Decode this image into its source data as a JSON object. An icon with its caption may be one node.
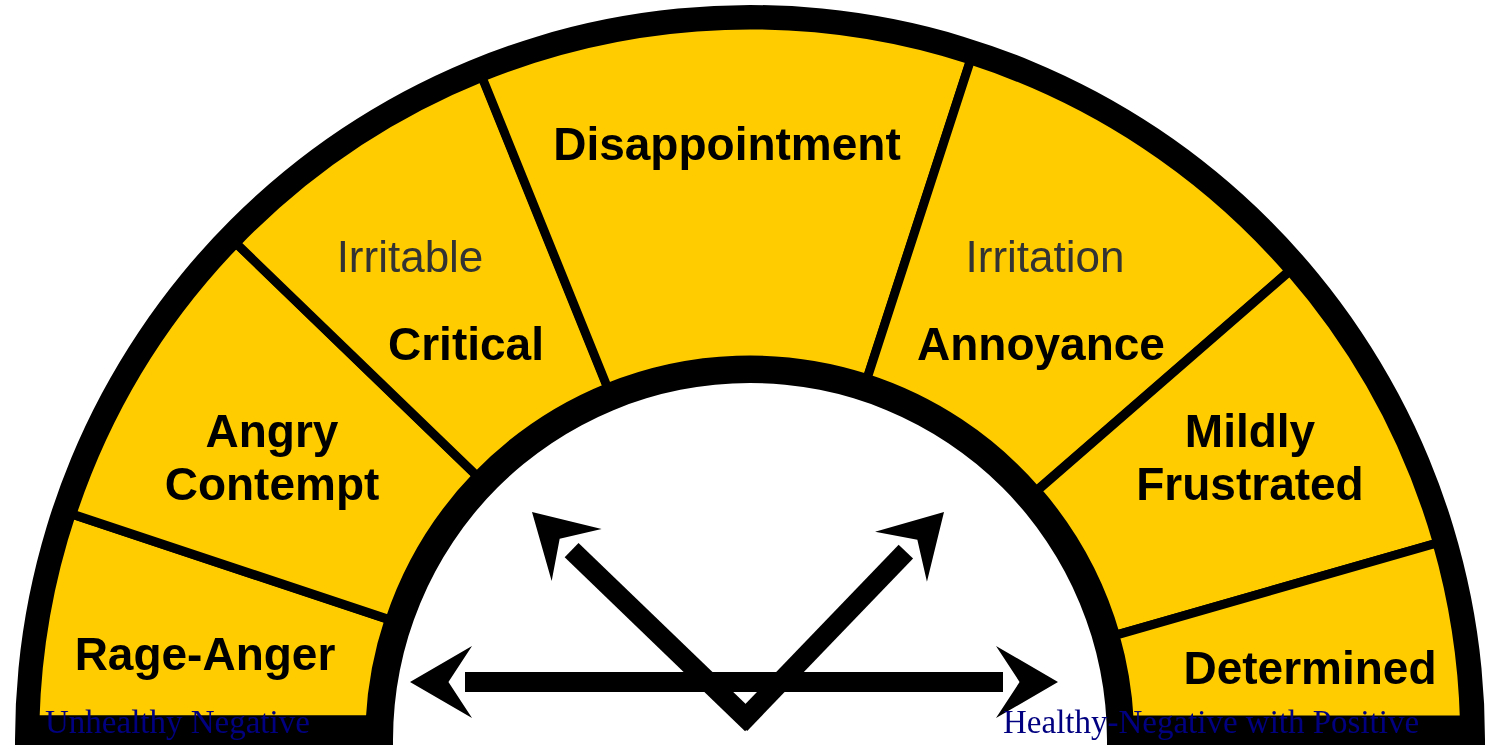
{
  "diagram": {
    "nodes": [
      {
        "text": [
          "Rage-Anger"
        ]
      },
      {
        "text": [
          "Angry Contempt"
        ]
      },
      {
        "text": [
          "Irritable",
          "Critical"
        ]
      },
      {
        "text": [
          "Disappointment"
        ]
      },
      {
        "text": [
          "Irritation",
          "Annoyance"
        ]
      },
      {
        "text": [
          "Mildly Frustrated"
        ]
      },
      {
        "text": [
          "Determined"
        ]
      }
    ],
    "labels": [
      "Unhealthy Negative",
      "Healthy-Negative with Positive"
    ]
  }
}
